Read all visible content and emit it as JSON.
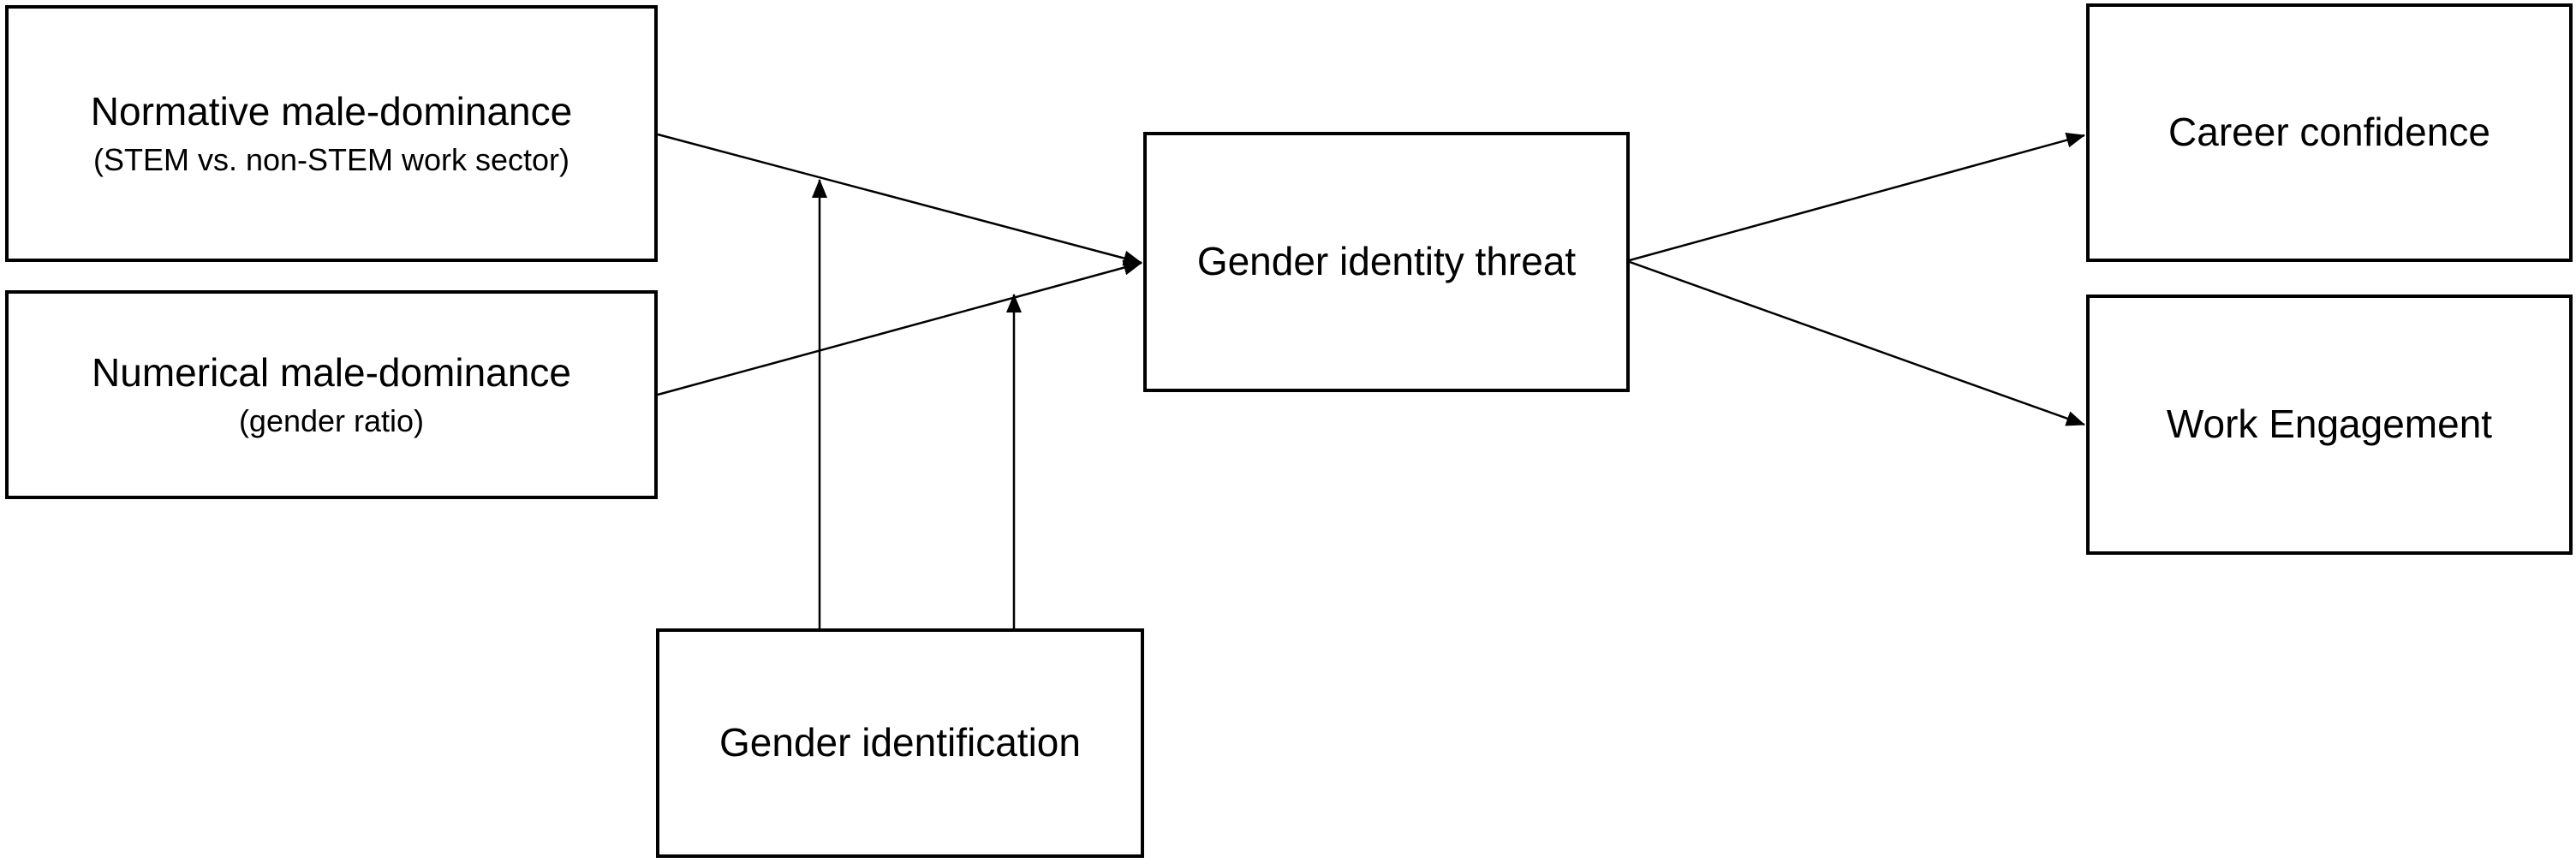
{
  "nodes": {
    "normative": {
      "label": "Normative male-dominance",
      "sublabel": "(STEM vs. non-STEM work sector)"
    },
    "numerical": {
      "label": "Numerical male-dominance",
      "sublabel": "(gender ratio)"
    },
    "threat": {
      "label": "Gender identity threat"
    },
    "gender_identification": {
      "label": "Gender identification"
    },
    "career": {
      "label": "Career confidence"
    },
    "engagement": {
      "label": "Work Engagement"
    }
  },
  "edges": [
    {
      "from": "Normative male-dominance",
      "to": "Gender identity threat"
    },
    {
      "from": "Numerical male-dominance",
      "to": "Gender identity threat"
    },
    {
      "from": "Gender identity threat",
      "to": "Career confidence"
    },
    {
      "from": "Gender identity threat",
      "to": "Work Engagement"
    },
    {
      "from": "Gender identification",
      "to": "Normative male-dominance → Gender identity threat",
      "kind": "moderation"
    },
    {
      "from": "Gender identification",
      "to": "Numerical male-dominance → Gender identity threat",
      "kind": "moderation"
    }
  ],
  "colors": {
    "line": "#000000",
    "box_border": "#000000",
    "background": "#ffffff"
  }
}
